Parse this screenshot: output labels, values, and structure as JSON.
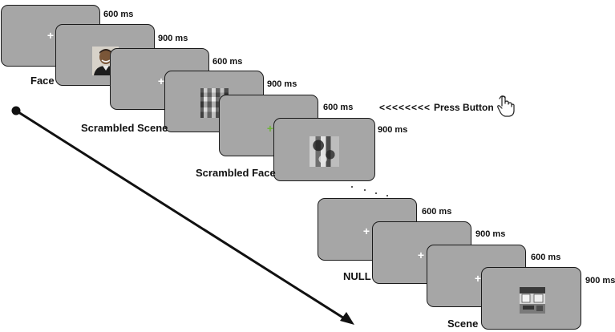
{
  "durations": {
    "d1": "600 ms",
    "d2": "900 ms",
    "d3": "600 ms",
    "d4": "900 ms",
    "d5": "600 ms",
    "d6": "900 ms",
    "d7": "600 ms",
    "d8": "900 ms",
    "d9": "600 ms",
    "d10": "900 ms"
  },
  "labels": {
    "face": "Face",
    "scrambled_scene": "Scrambled Scene",
    "scrambled_face": "Scrambled Face",
    "null": "NULL",
    "scene": "Scene"
  },
  "instruction": {
    "arrows": "<<<<<<<<",
    "text": "Press Button",
    "icon": "pointing-hand-icon"
  },
  "fixation_symbol": "+",
  "colors": {
    "screen": "#a6a6a6",
    "fixation": "#ffffff",
    "target_fixation": "#6fb33a"
  }
}
